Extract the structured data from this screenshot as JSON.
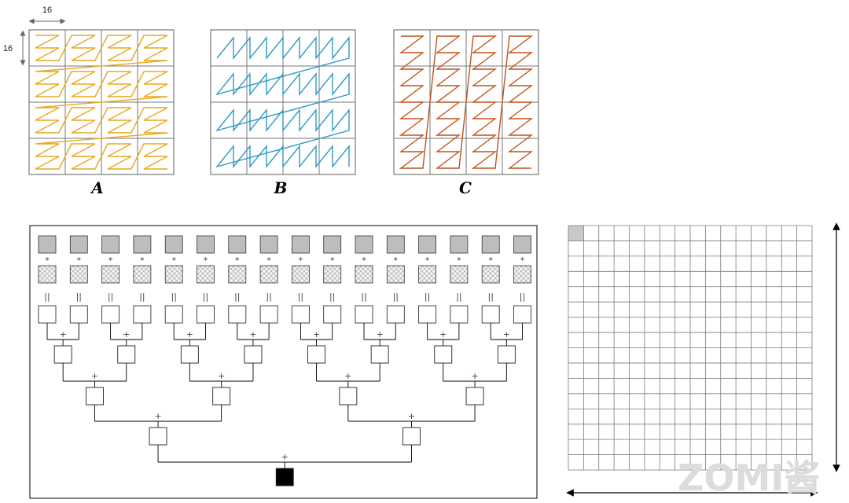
{
  "dimension_labels": {
    "width": "16",
    "height": "16"
  },
  "grids": [
    {
      "caption": "A",
      "color": "#e8a91f"
    },
    {
      "caption": "B",
      "color": "#2e9bc4"
    },
    {
      "caption": "C",
      "color": "#c4511a"
    }
  ],
  "reduction": {
    "leaf_count": 16,
    "mul_symbol": "*",
    "eq_symbol": "||",
    "add_symbol": "+"
  },
  "watermark": "ZOMI酱"
}
